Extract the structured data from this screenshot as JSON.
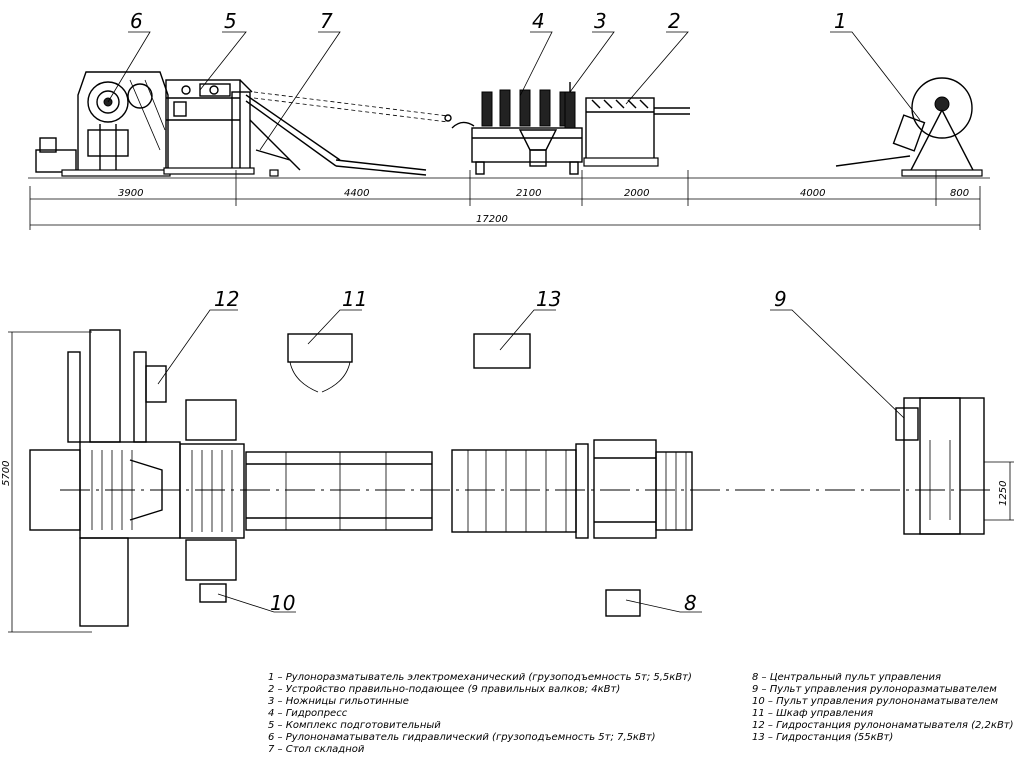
{
  "side_view": {
    "labels": [
      "6",
      "5",
      "7",
      "4",
      "3",
      "2",
      "1"
    ],
    "dimensions": [
      "3900",
      "4400",
      "2100",
      "2000",
      "4000",
      "800",
      "17200"
    ]
  },
  "plan_view": {
    "labels": [
      "12",
      "11",
      "13",
      "9",
      "10",
      "8"
    ],
    "dimensions": [
      "5700",
      "1250"
    ]
  },
  "legend": {
    "left": [
      "1 – Рулоноразматыватель электромеханический (грузоподъемность 5т; 5,5кВт)",
      "2 – Устройство правильно-подающее (9 правильных валков; 4кВт)",
      "3 – Ножницы гильотинные",
      "4 – Гидропресс",
      "5 – Комплекс подготовительный",
      "6 – Рулононаматыватель гидравлический (грузоподъемность 5т; 7,5кВт)",
      "7 – Стол складной"
    ],
    "right": [
      "8 – Центральный пульт управления",
      "9 – Пульт управления рулоноразматывателем",
      "10 – Пульт управления рулононаматывателем",
      "11 – Шкаф управления",
      "12 – Гидростанция рулононаматывателя (2,2кВт)",
      "13 – Гидростанция (55кВт)"
    ]
  }
}
